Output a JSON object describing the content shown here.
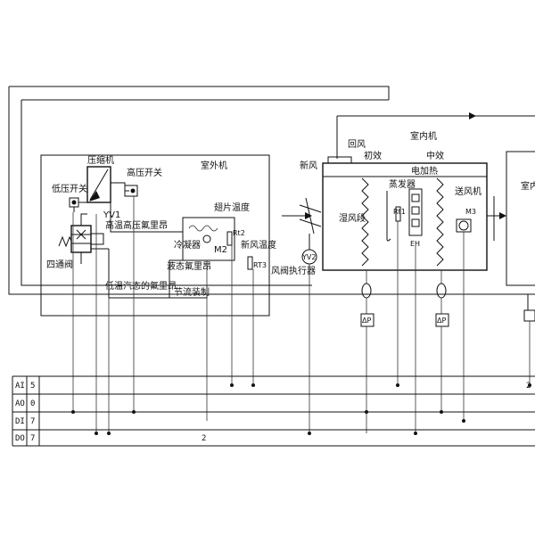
{
  "outdoor_unit": {
    "title": "室外机",
    "compressor": "压缩机",
    "low_pressure_switch": "低压开关",
    "high_pressure_switch": "高压开关",
    "valve_yv1": "YV1",
    "high_temp_hp_freon": "高温高压氟里昂",
    "fin_temperature": "翅片温度",
    "condenser": "冷凝器",
    "fan_m2": "M2",
    "sensor_rt2": "Rt2",
    "four_way_valve": "四通阀",
    "liquid_freon": "液态氟里昂",
    "fresh_air_temperature": "新风温度",
    "sensor_rt3": "RT3",
    "low_temp_vapor_freon": "低温汽态的氟里昂",
    "throttle_device": "节流装制"
  },
  "indoor_unit": {
    "title": "室内机",
    "fresh_air": "新风",
    "return_air": "回风",
    "primary_filter": "初效",
    "medium_filter": "中效",
    "evaporator": "蒸发器",
    "electric_heater": "电加热",
    "humidifier": "湿风段",
    "sensor_rt1": "Rt1",
    "heater_eh": "EH",
    "supply_fan": "送风机",
    "fan_m3": "M3",
    "damper_actuator": "风阀执行器",
    "valve_yv2": "YV2",
    "dp_sensor_1": "ΔP",
    "dp_sensor_2": "ΔP",
    "room_partial": "室内"
  },
  "io_table": {
    "rows": [
      {
        "type": "AI",
        "count": "5"
      },
      {
        "type": "AO",
        "count": "0"
      },
      {
        "type": "DI",
        "count": "7"
      },
      {
        "type": "DO",
        "count": "7"
      }
    ],
    "marks": [
      "2",
      "2"
    ]
  }
}
